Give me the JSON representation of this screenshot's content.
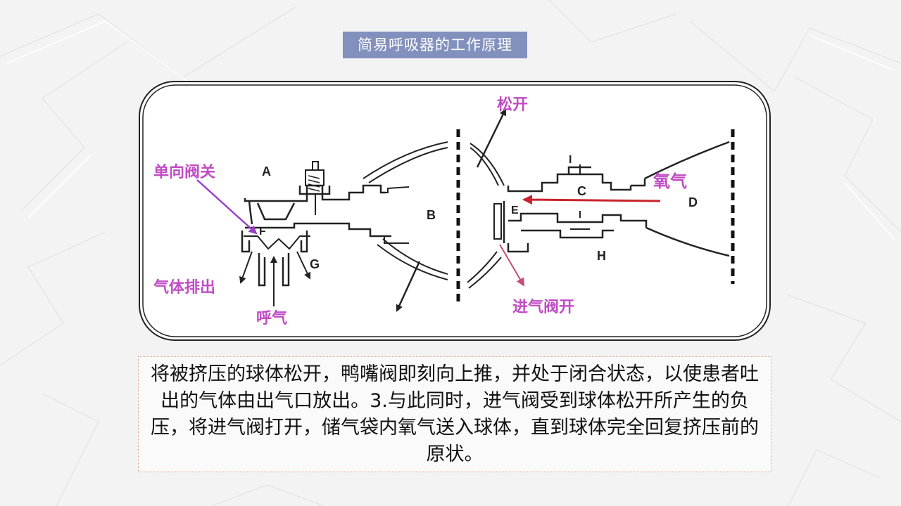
{
  "slide": {
    "title": "简易呼吸器的工作原理",
    "caption": "将被挤压的球体松开，鸭嘴阀即刻向上推，并处于闭合状态，以使患者吐出的气体由出气口放出。3.与此同时，进气阀受到球体松开所产生的负压，将进气阀打开，储气袋内氧气送入球体，直到球体完全回复挤压前的原状。"
  },
  "diagram": {
    "labels": {
      "one_way_valve_close": "单向阀关",
      "gas_exhaust": "气体排出",
      "exhale": "呼气",
      "release": "松开",
      "oxygen": "氧气",
      "inlet_valve_open": "进气阀开"
    },
    "letters": {
      "a": "A",
      "b": "B",
      "c": "C",
      "d": "D",
      "e": "E",
      "f": "F",
      "g": "G",
      "h": "H",
      "i": "I"
    }
  }
}
